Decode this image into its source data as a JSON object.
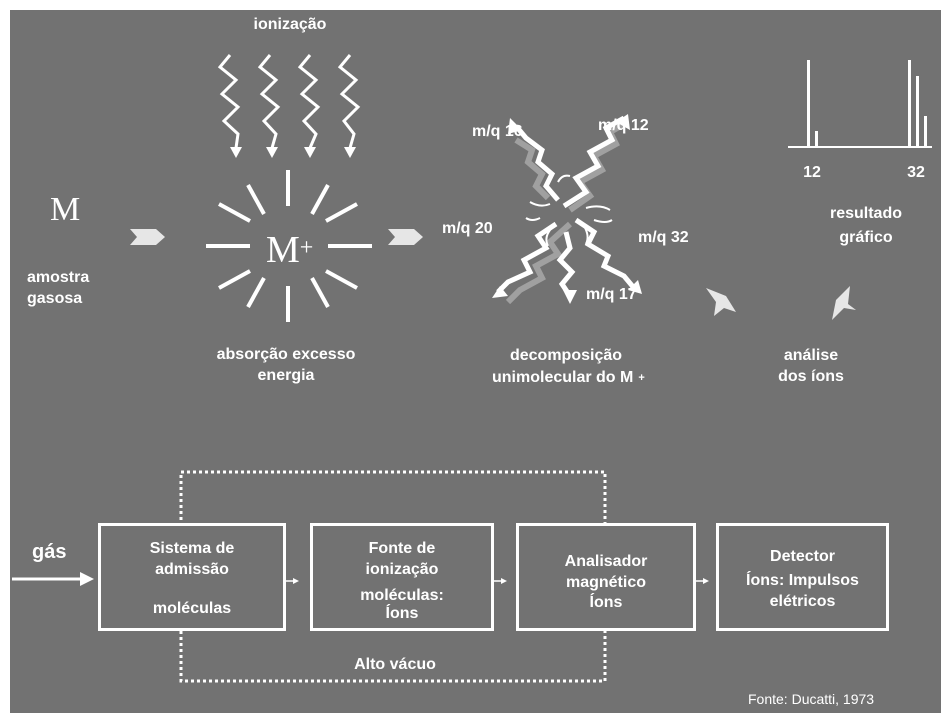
{
  "top": {
    "ionization_label": "ionização",
    "molecule_symbol": "M",
    "sample_label_1": "amostra",
    "sample_label_2": "gasosa",
    "ion_symbol": "M",
    "ion_charge": "+",
    "absorption_label_1": "absorção excesso",
    "absorption_label_2": "energia",
    "fragments": [
      "m/q  16",
      "m/q  12",
      "m/q  20",
      "m/q  32",
      "m/q  17"
    ],
    "decomposition_label_1": "decomposição",
    "decomposition_label_2": "unimolecular do M",
    "decomposition_charge": "+",
    "analysis_label_1": "análise",
    "analysis_label_2": "dos íons",
    "spectrum_ticks": [
      "12",
      "32"
    ],
    "result_label_1": "resultado",
    "result_label_2": "gráfico"
  },
  "flow": {
    "input_label": "gás",
    "boxes": [
      {
        "line1": "Sistema de",
        "line2": "admissão",
        "line3": "moléculas"
      },
      {
        "line1": "Fonte de",
        "line2": "ionização",
        "line3": "moléculas:",
        "line4": "Íons"
      },
      {
        "line1": "Analisador",
        "line2": "magnético",
        "line3": "Íons"
      },
      {
        "line1": "Detector",
        "line2": "Íons: Impulsos",
        "line3": "elétricos"
      }
    ],
    "vacuum_label": "Alto vácuo"
  },
  "source": "Fonte: Ducatti, 1973"
}
